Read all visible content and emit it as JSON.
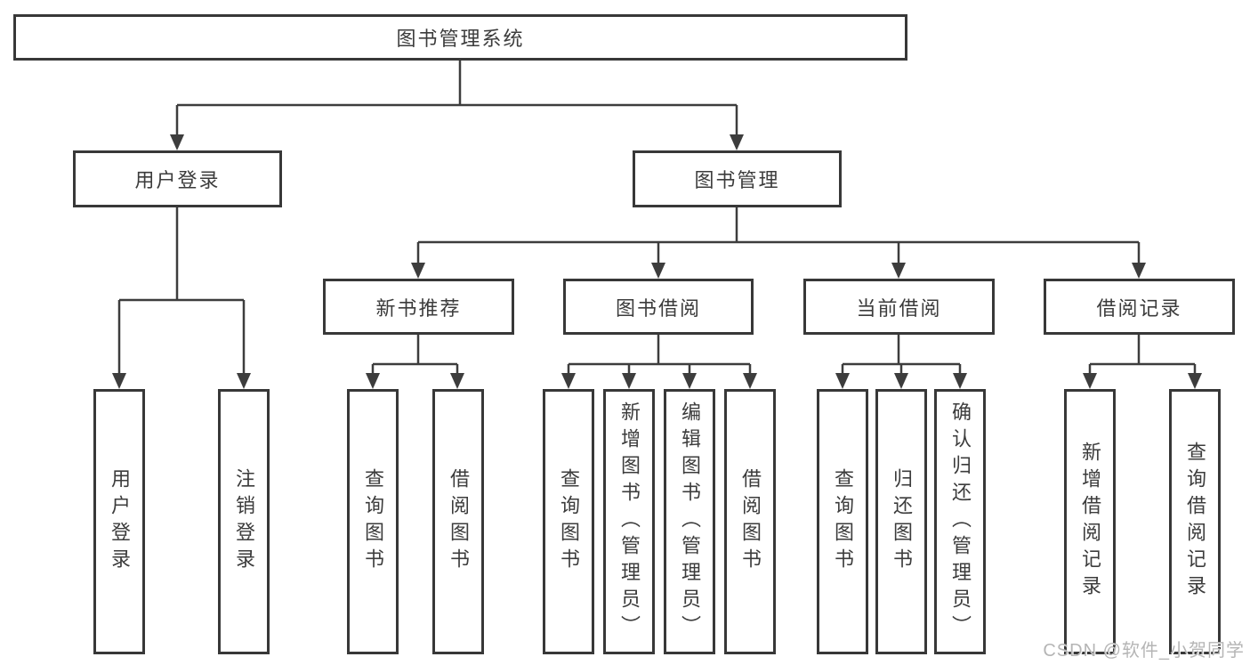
{
  "tree": {
    "label": "图书管理系统",
    "children": [
      {
        "label": "用户登录",
        "children": [
          {
            "label": "用户登录"
          },
          {
            "label": "注销登录"
          }
        ]
      },
      {
        "label": "图书管理",
        "children": [
          {
            "label": "新书推荐",
            "children": [
              {
                "label": "查询图书"
              },
              {
                "label": "借阅图书"
              }
            ]
          },
          {
            "label": "图书借阅",
            "children": [
              {
                "label": "查询图书"
              },
              {
                "label": "新增图书（管理员）"
              },
              {
                "label": "编辑图书（管理员）"
              },
              {
                "label": "借阅图书"
              }
            ]
          },
          {
            "label": "当前借阅",
            "children": [
              {
                "label": "查询图书"
              },
              {
                "label": "归还图书"
              },
              {
                "label": "确认归还（管理员）"
              }
            ]
          },
          {
            "label": "借阅记录",
            "children": [
              {
                "label": "新增借阅记录"
              },
              {
                "label": "查询借阅记录"
              }
            ]
          }
        ]
      }
    ]
  },
  "watermark": {
    "text": "CSDN @软件_小贺同学"
  },
  "colors": {
    "line": "#3d3d3d",
    "box-border": "#383838",
    "text": "#3c3c3c",
    "watermark": "#b5b5b5",
    "background": "#ffffff"
  }
}
